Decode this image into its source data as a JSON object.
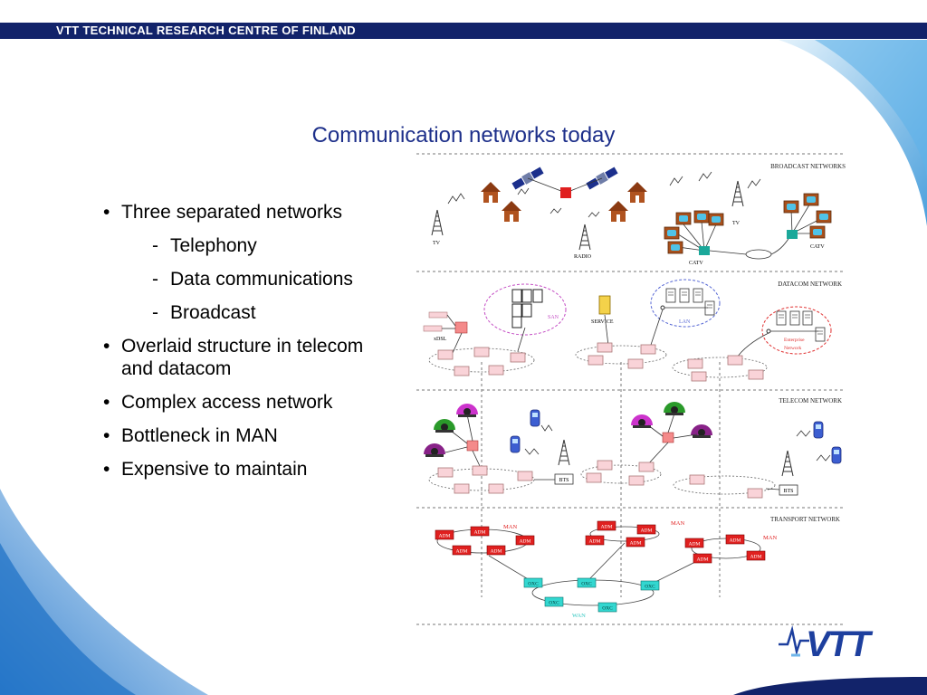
{
  "header": {
    "org_name": "VTT TECHNICAL RESEARCH CENTRE OF FINLAND"
  },
  "title": "Communication networks today",
  "bullets": [
    "Three separated networks",
    "Telephony",
    "Data communications",
    "Broadcast",
    "Overlaid structure in telecom",
    "and datacom",
    "Complex access network",
    "Bottleneck in MAN",
    "Expensive to maintain"
  ],
  "diagram": {
    "layers": [
      "BROADCAST NETWORKS",
      "DATACOM NETWORK",
      "TELECOM NETWORK",
      "TRANSPORT NETWORK"
    ],
    "broadcast_labels": {
      "tv1": "TV",
      "radio": "RADIO",
      "tv2": "TV",
      "catv1": "CATV",
      "catv2": "CATV"
    },
    "datacom_labels": {
      "san": "SAN",
      "service": "SERVICE",
      "lan": "LAN",
      "xdsl": "xDSL",
      "enterprise1": "Enterprise",
      "enterprise2": "Network"
    },
    "telecom_labels": {
      "bts1": "BTS",
      "bts2": "BTS"
    },
    "transport_labels": {
      "man1": "MAN",
      "man2": "MAN",
      "man3": "MAN",
      "wan": "WAN",
      "adm": "ADM",
      "oxc": "OXC"
    }
  },
  "logo": {
    "text": "VTT"
  },
  "colors": {
    "header": "#12236a",
    "title": "#1d2f8a",
    "adm": "#e0201f",
    "oxc": "#33d7d0",
    "logo": "#1d3f9e"
  }
}
